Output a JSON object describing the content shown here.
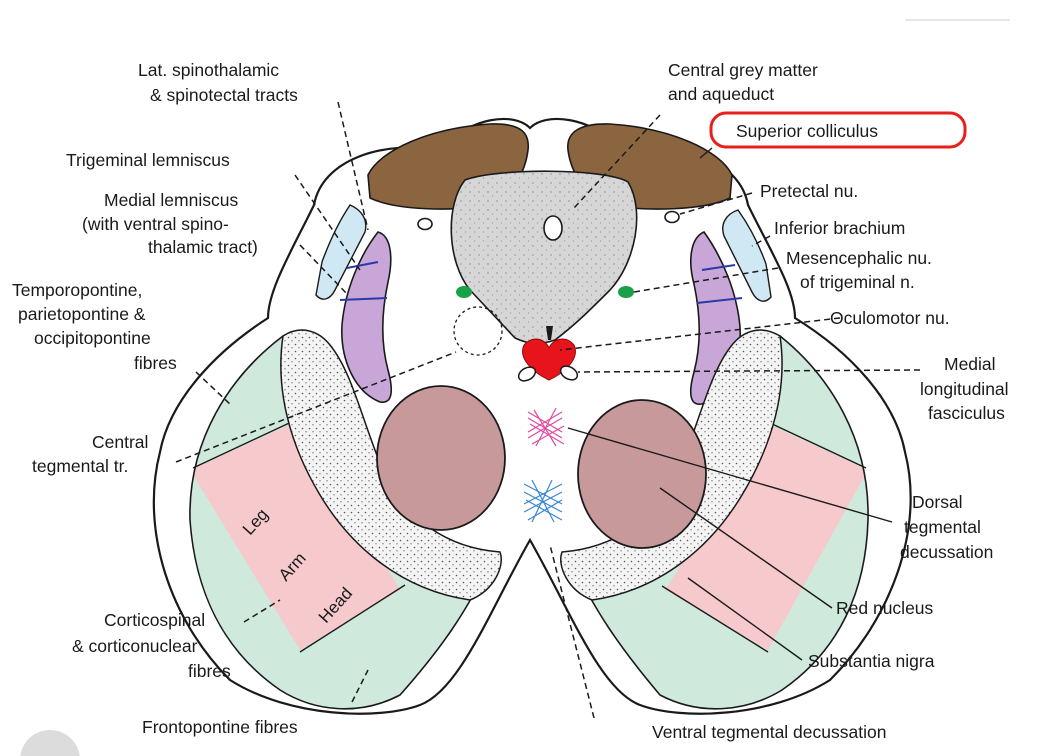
{
  "labels": {
    "lat_spino_1": "Lat. spinothalamic",
    "lat_spino_2": "& spinotectal tracts",
    "trigeminal_lemniscus": "Trigeminal lemniscus",
    "medial_lemniscus_1": "Medial lemniscus",
    "medial_lemniscus_2": "(with ventral spino-",
    "medial_lemniscus_3": "thalamic tract)",
    "temporopontine_1": "Temporopontine,",
    "temporopontine_2": "parietopontine &",
    "temporopontine_3": "occipitopontine",
    "temporopontine_4": "fibres",
    "central_tegmental_1": "Central",
    "central_tegmental_2": "tegmental tr.",
    "corticospinal_1": "Corticospinal",
    "corticospinal_2": "& corticonuclear",
    "corticospinal_3": "fibres",
    "frontopontine": "Frontopontine fibres",
    "central_grey_1": "Central grey matter",
    "central_grey_2": "and aqueduct",
    "superior_colliculus": "Superior colliculus",
    "pretectal": "Pretectal nu.",
    "inferior_brachium": "Inferior brachium",
    "mesencephalic_1": "Mesencephalic nu.",
    "mesencephalic_2": "of trigeminal n.",
    "oculomotor": "Oculomotor nu.",
    "mlf_1": "Medial",
    "mlf_2": "longitudinal",
    "mlf_3": "fasciculus",
    "dorsal_teg_1": "Dorsal",
    "dorsal_teg_2": "tegmental",
    "dorsal_teg_3": "decussation",
    "red_nucleus": "Red nucleus",
    "substantia_nigra": "Substantia nigra",
    "ventral_teg": "Ventral tegmental decussation",
    "leg": "Leg",
    "arm": "Arm",
    "head": "Head"
  },
  "colors": {
    "superior_colliculus": "#8b6540",
    "central_grey": "#d6d6d6",
    "crus_green": "#cfe9dc",
    "crus_pink": "#f6c9cc",
    "red_nucleus": "#c7999b",
    "medial_lemniscus": "#c9a6d8",
    "inferior_brachium": "#cfe8f3",
    "oculomotor": "#e8141c",
    "mesencephalic": "#1aa04a",
    "dorsal_decussation": "#e04aa0",
    "ventral_decussation": "#3a86d6",
    "highlight": "#e8201c"
  }
}
